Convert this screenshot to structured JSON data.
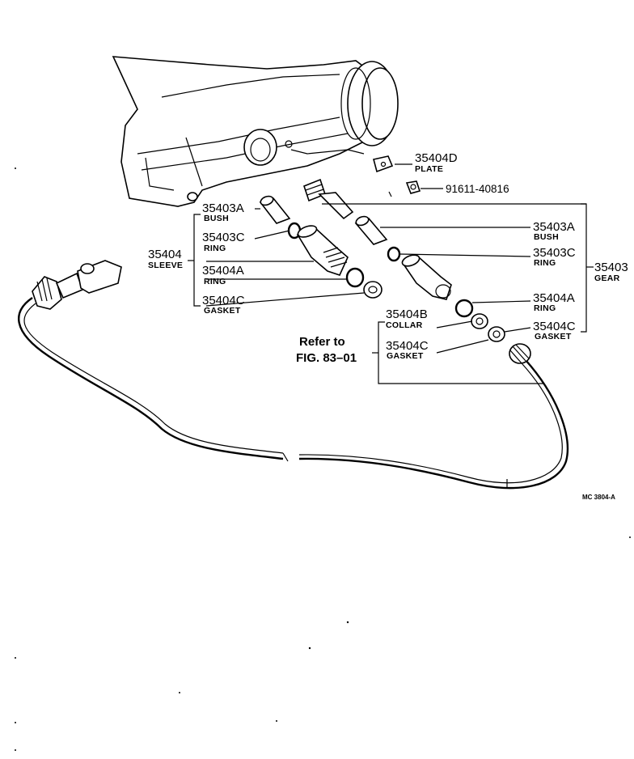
{
  "labels": {
    "plate": {
      "number": "35404D",
      "name": "PLATE"
    },
    "bolt": {
      "number": "91611-40816"
    },
    "left_group": {
      "number": "35404",
      "name": "SLEEVE"
    },
    "left_bush": {
      "number": "35403A",
      "name": "BUSH"
    },
    "left_ring_c": {
      "number": "35403C",
      "name": "RING"
    },
    "left_ring_a": {
      "number": "35404A",
      "name": "RING"
    },
    "left_gasket": {
      "number": "35404C",
      "name": "GASKET"
    },
    "right_group": {
      "number": "35403",
      "name": "GEAR"
    },
    "right_bush": {
      "number": "35403A",
      "name": "BUSH"
    },
    "right_ring_c": {
      "number": "35403C",
      "name": "RING"
    },
    "right_ring_a": {
      "number": "35404A",
      "name": "RING"
    },
    "right_gasket": {
      "number": "35404C",
      "name": "GASKET"
    },
    "collar": {
      "number": "35404B",
      "name": "COLLAR"
    },
    "lower_gasket": {
      "number": "35404C",
      "name": "GASKET"
    }
  },
  "reference": {
    "line1": "Refer to",
    "line2": "FIG. 83–01"
  },
  "diagram_code": "MC 3804-A"
}
